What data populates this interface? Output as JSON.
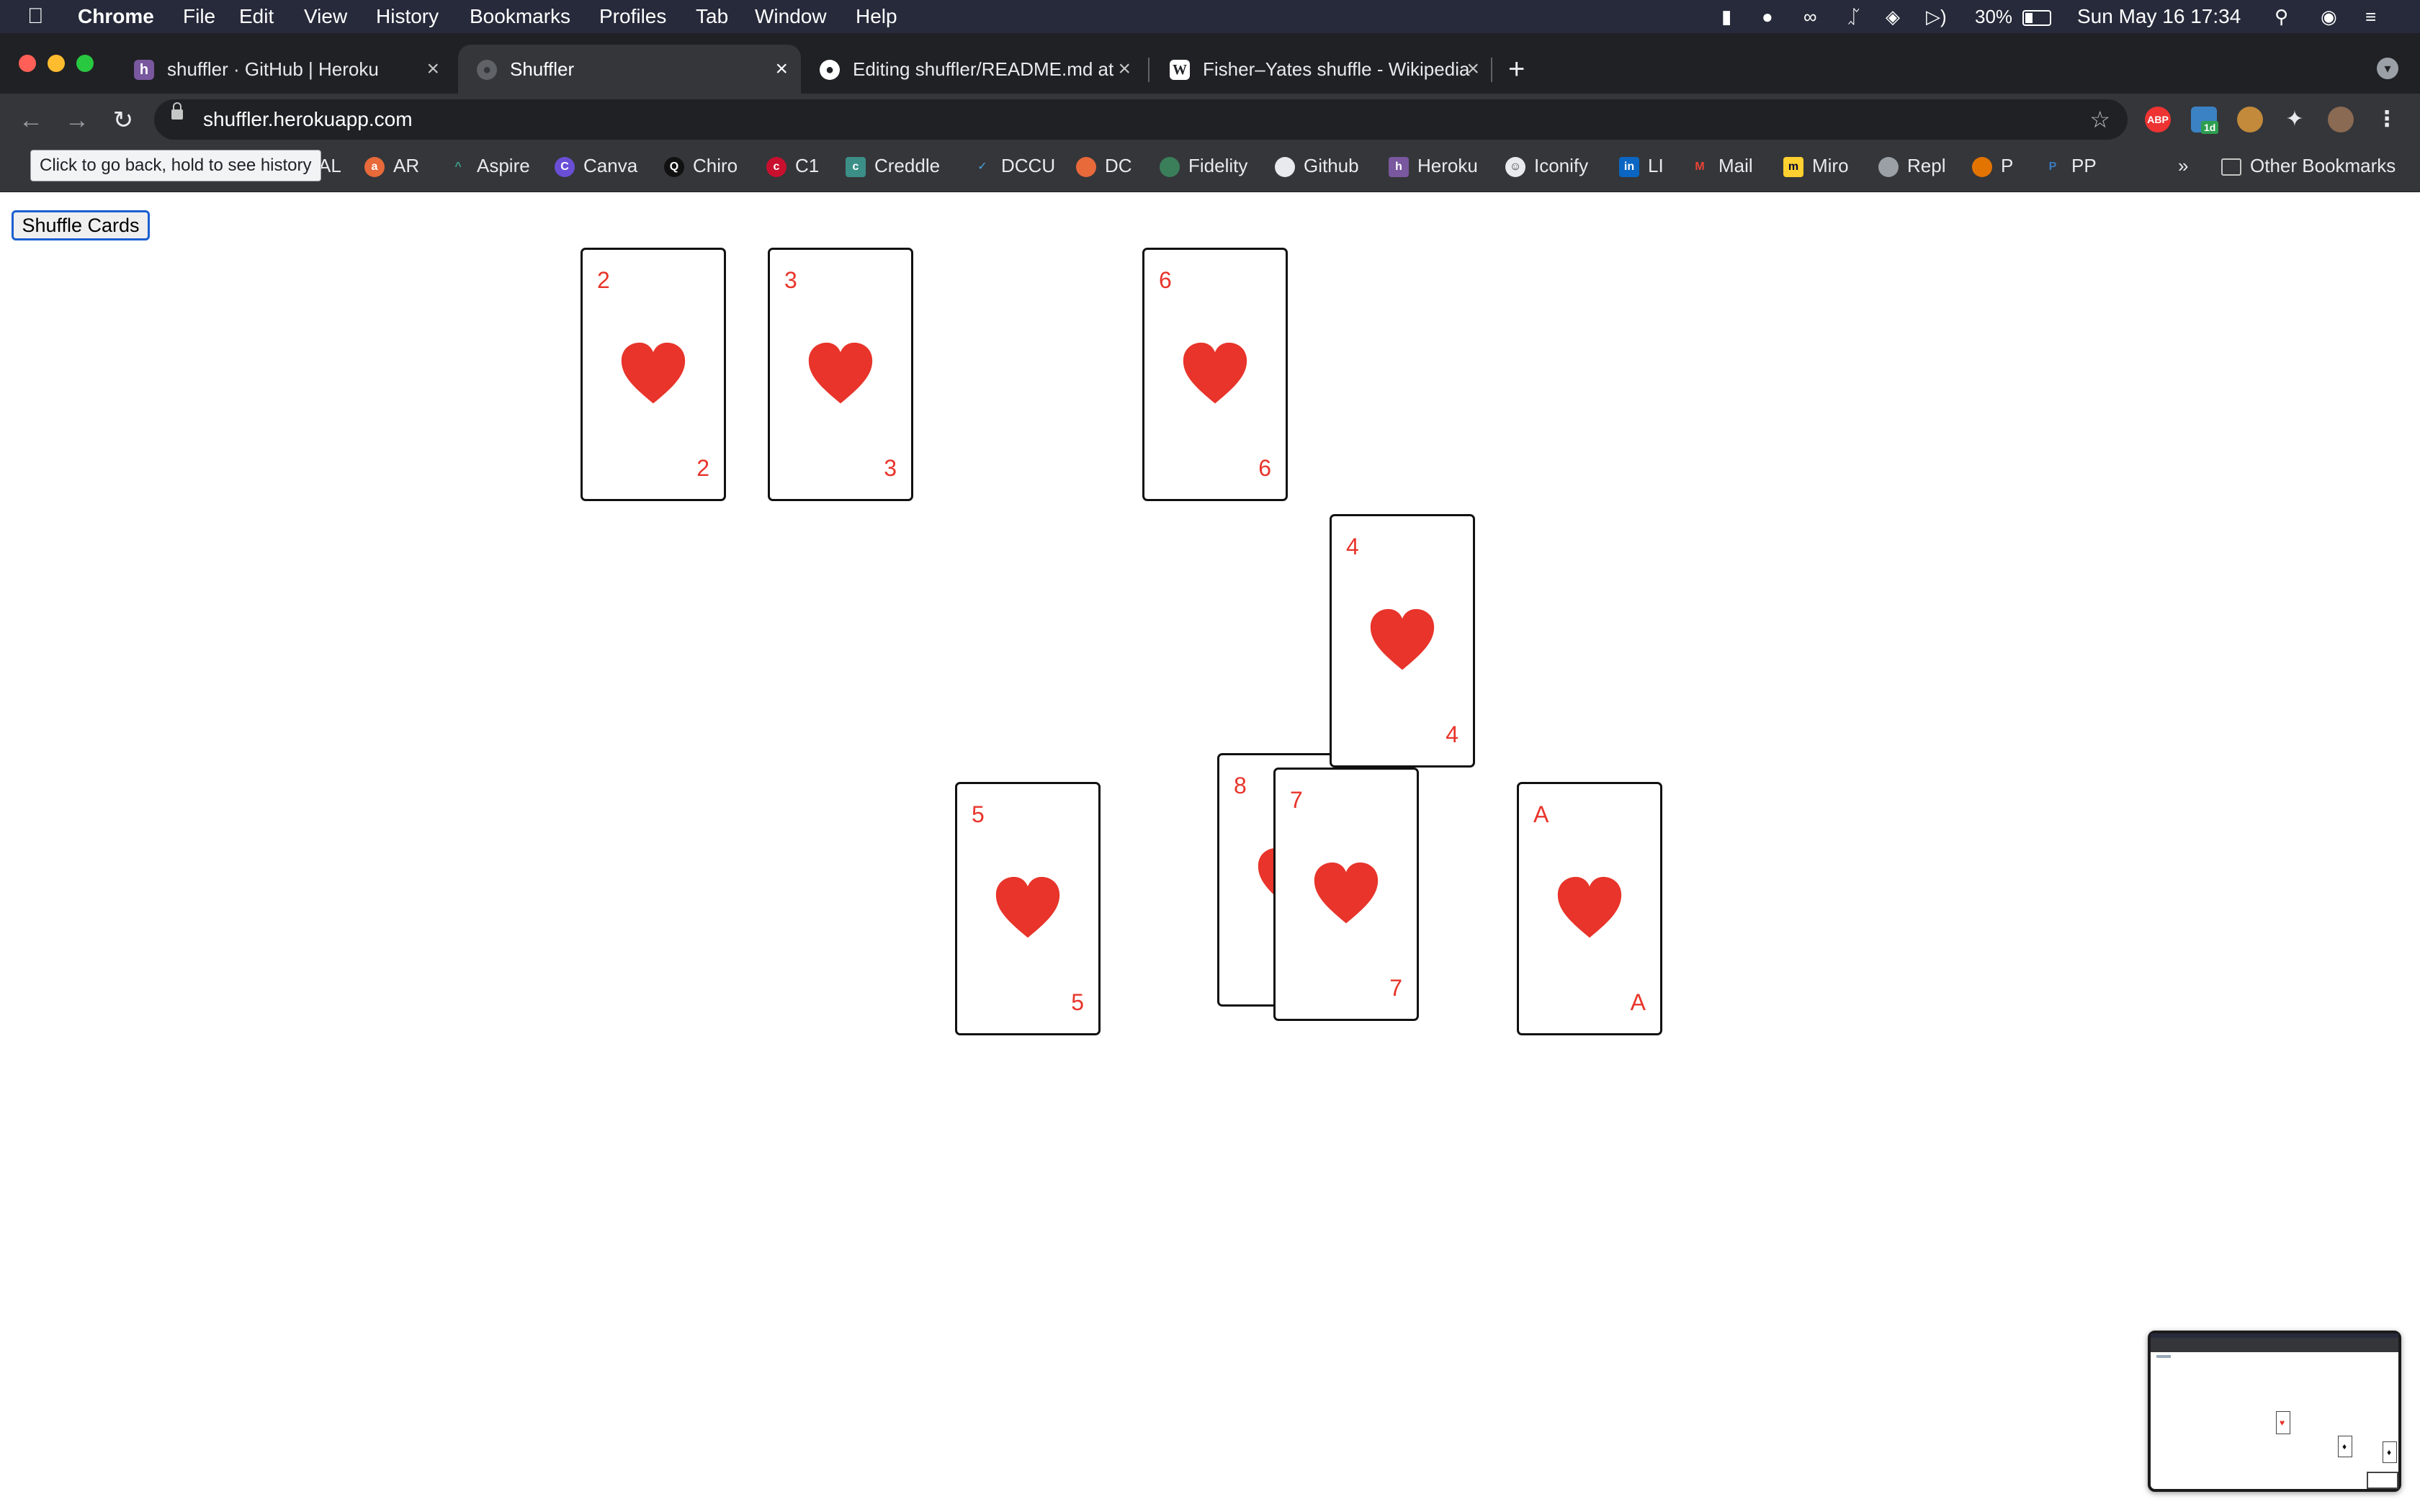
{
  "menubar": {
    "app": "Chrome",
    "items": [
      "File",
      "Edit",
      "View",
      "History",
      "Bookmarks",
      "Profiles",
      "Tab",
      "Window",
      "Help"
    ],
    "battery": "30%",
    "datetime": "Sun May 16  17:34"
  },
  "tabs": [
    {
      "title": "shuffler · GitHub | Heroku",
      "icon": "heroku-icon"
    },
    {
      "title": "Shuffler",
      "icon": "globe-icon"
    },
    {
      "title": "Editing shuffler/README.md at",
      "icon": "github-icon"
    },
    {
      "title": "Fisher–Yates shuffle - Wikipedia",
      "icon": "wikipedia-icon"
    }
  ],
  "toolbar": {
    "url": "shuffler.herokuapp.com",
    "ext_abp": "ABP",
    "ext_badge": "1d"
  },
  "tooltip": "Click to go back, hold to see history",
  "bookmarks": [
    {
      "label": "AL"
    },
    {
      "label": "AR"
    },
    {
      "label": "Aspire"
    },
    {
      "label": "Canva"
    },
    {
      "label": "Chiro"
    },
    {
      "label": "C1"
    },
    {
      "label": "Creddle"
    },
    {
      "label": "DCCU"
    },
    {
      "label": "DC"
    },
    {
      "label": "Fidelity"
    },
    {
      "label": "Github"
    },
    {
      "label": "Heroku"
    },
    {
      "label": "Iconify"
    },
    {
      "label": "LI"
    },
    {
      "label": "Mail"
    },
    {
      "label": "Miro"
    },
    {
      "label": "Repl"
    },
    {
      "label": "P"
    },
    {
      "label": "PP"
    }
  ],
  "bookmarks_overflow": "»",
  "other_bookmarks": "Other Bookmarks",
  "page": {
    "shuffle_button": "Shuffle Cards",
    "suit_color": "#e8342a",
    "cards": [
      {
        "rank": "2",
        "suit": "heart"
      },
      {
        "rank": "3",
        "suit": "heart"
      },
      {
        "rank": "6",
        "suit": "heart"
      },
      {
        "rank": "4",
        "suit": "heart"
      },
      {
        "rank": "5",
        "suit": "heart"
      },
      {
        "rank": "8",
        "suit": "heart"
      },
      {
        "rank": "7",
        "suit": "heart"
      },
      {
        "rank": "A",
        "suit": "heart"
      }
    ]
  }
}
